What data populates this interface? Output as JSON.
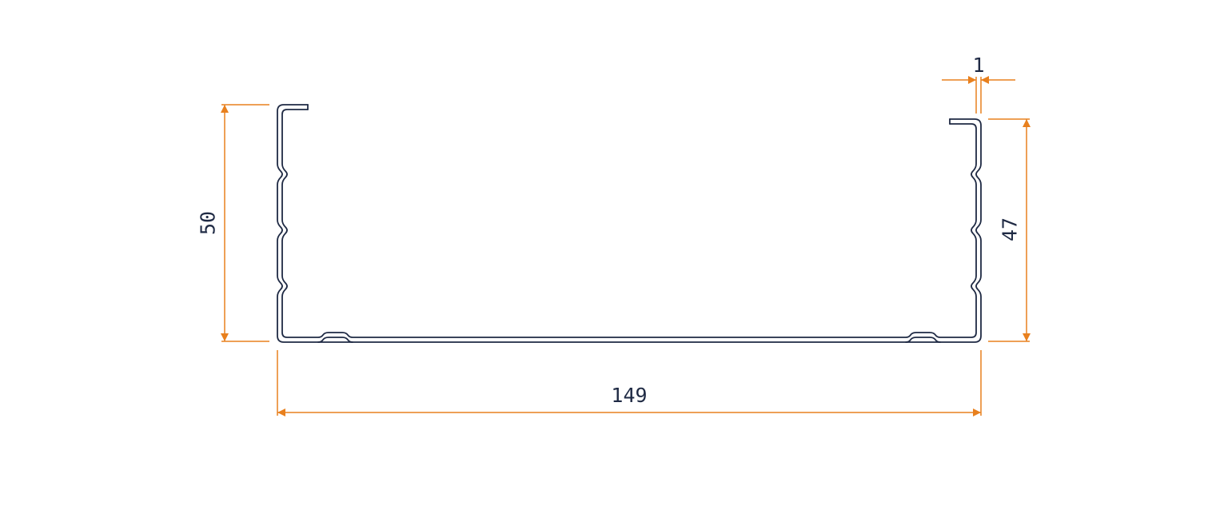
{
  "drawing": {
    "dimensions": {
      "left_height": "50",
      "right_height": "47",
      "width": "149",
      "thickness": "1"
    },
    "colors": {
      "dimension_line": "#e8801e",
      "profile_line": "#1f2a44",
      "text": "#1f2a44",
      "background": "#ffffff"
    }
  }
}
